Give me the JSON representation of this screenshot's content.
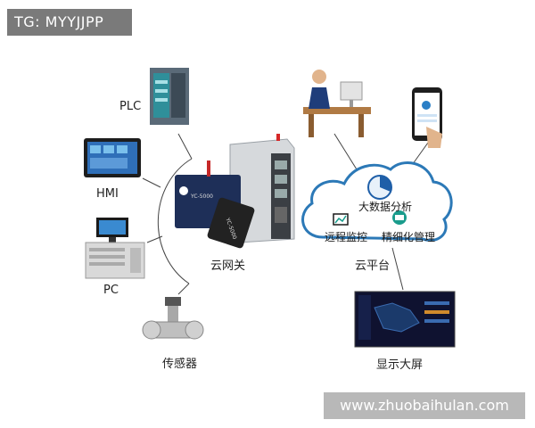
{
  "watermark_top": "TG: MYYJJPP",
  "watermark_bottom": "www.zhuobaihulan.com",
  "devices": {
    "plc": "PLC",
    "hmi": "HMI",
    "pc": "PC",
    "sensor": "传感器"
  },
  "gateway": {
    "label": "云网关",
    "device_text_1": "YC-5000",
    "device_text_2": "YC-5000"
  },
  "cloud": {
    "label": "云平台",
    "big_data": "大数据分析",
    "remote_monitor": "远程监控",
    "fine_management": "精细化管理"
  },
  "display": {
    "label": "显示大屏"
  },
  "colors": {
    "cloud_stroke": "#2c79b7",
    "accent_blue": "#1f5fa8",
    "accent_teal": "#1a9c8c"
  }
}
